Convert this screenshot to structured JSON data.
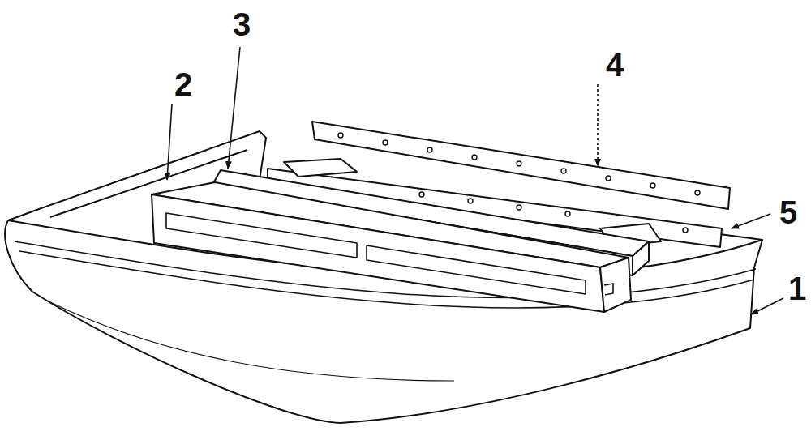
{
  "diagram": {
    "labels": [
      "3",
      "2",
      "4",
      "5",
      "1"
    ]
  }
}
